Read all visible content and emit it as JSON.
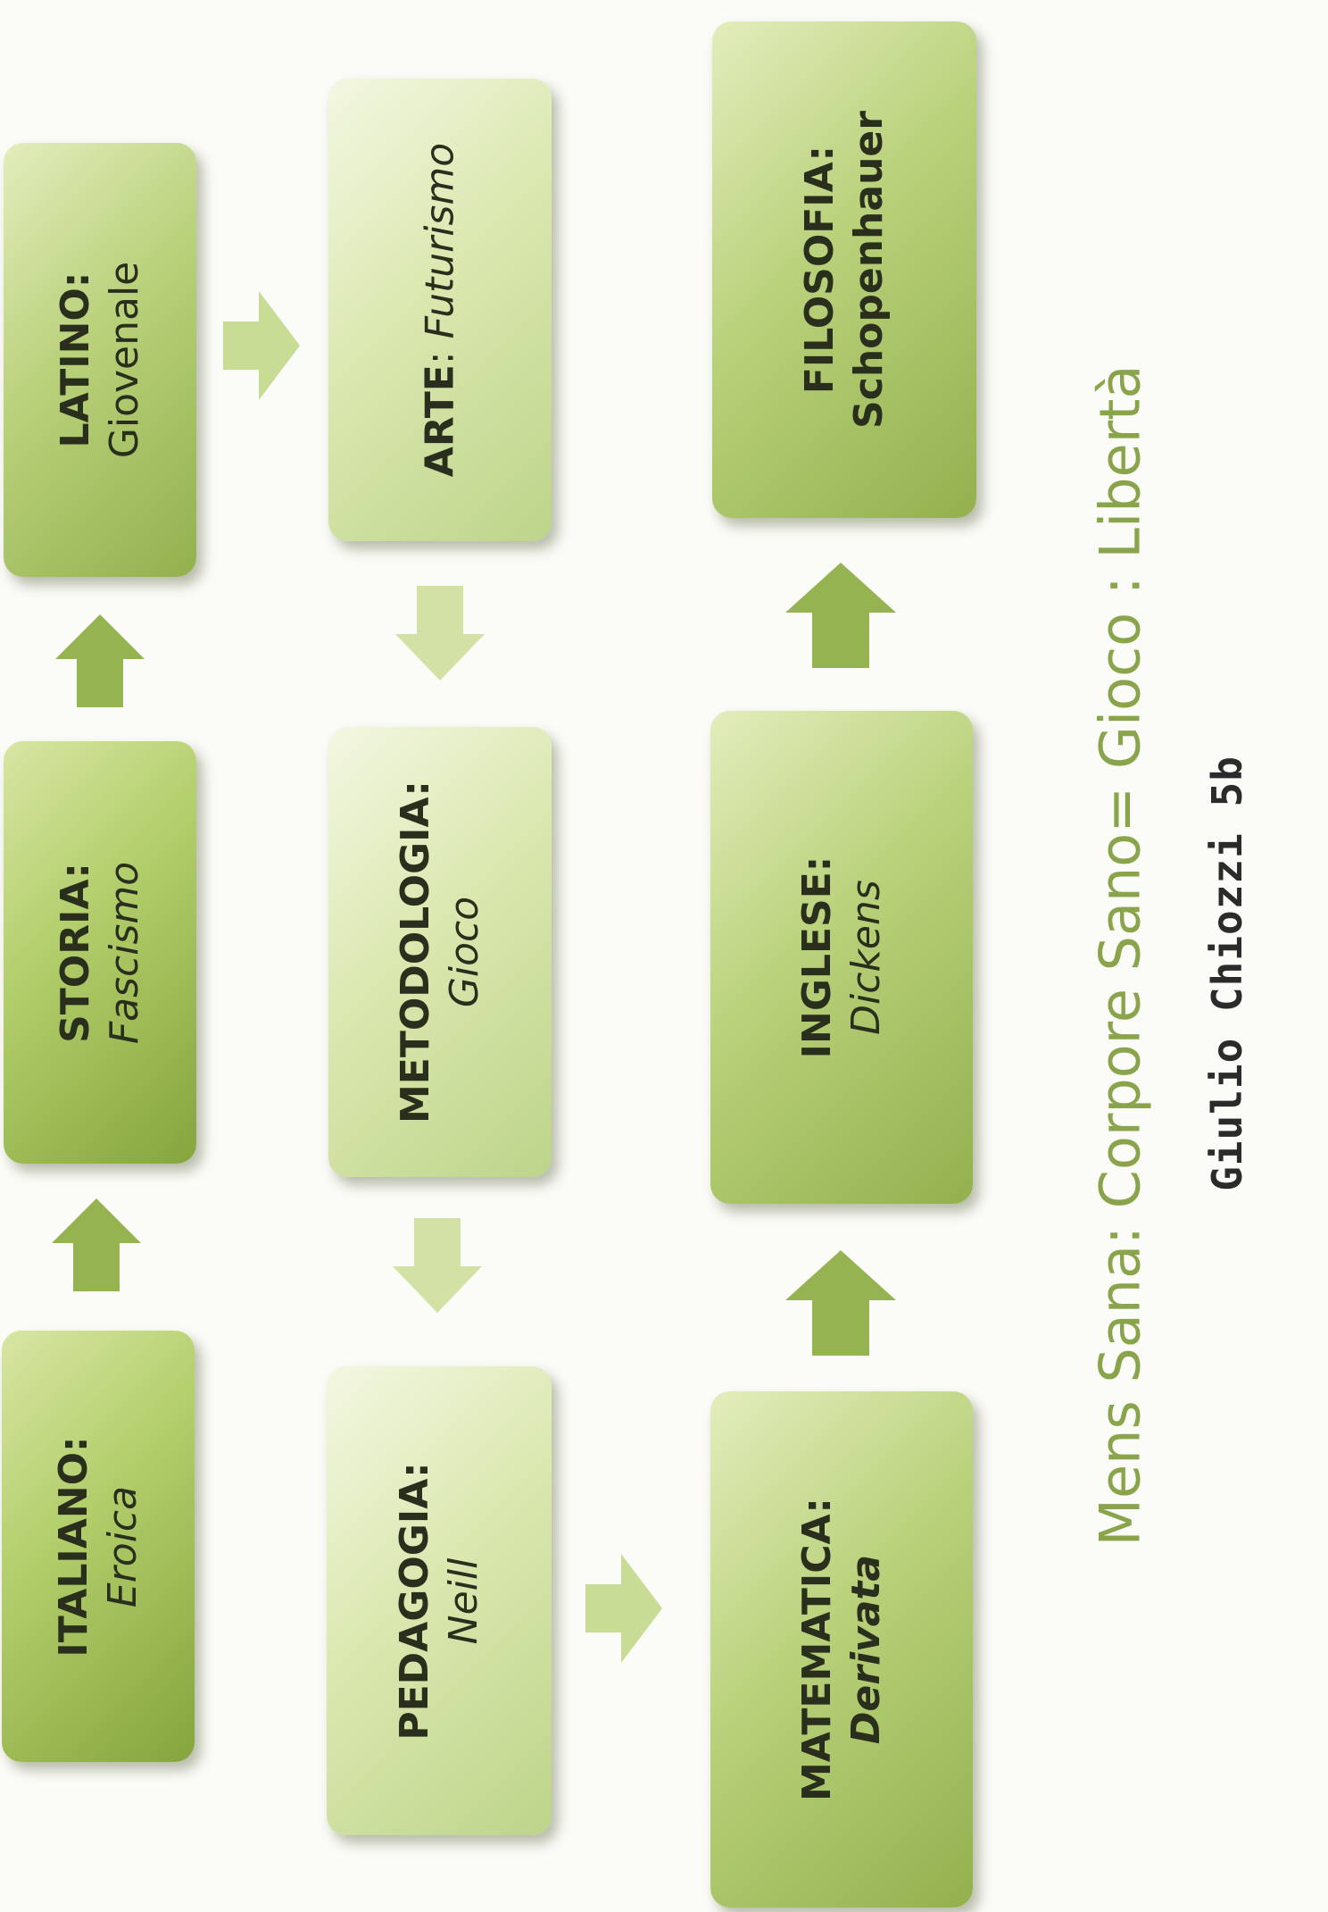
{
  "boxes": {
    "italiano": {
      "subject": "ITALIANO:",
      "author": "Eroica"
    },
    "storia": {
      "subject": "STORIA:",
      "author": "Fascismo"
    },
    "latino": {
      "subject": "LATINO:",
      "author": "Giovenale"
    },
    "arte": {
      "subject": "ARTE",
      "author": "Futurismo"
    },
    "metodologia": {
      "subject": "METODOLOGIA:",
      "author": "Gioco"
    },
    "pedagogia": {
      "subject": "PEDAGOGIA:",
      "author": "Neill"
    },
    "matematica": {
      "subject": "MATEMATICA:",
      "author": "Derivata"
    },
    "inglese": {
      "subject": "INGLESE:",
      "author": "Dickens"
    },
    "filosofia": {
      "subject": "FILOSOFIA:",
      "author": "Schopenhauer"
    }
  },
  "arte_separator": ": ",
  "motto": "Mens Sana: Corpore Sano= Gioco : Libertà",
  "signature": "Giulio Chiozzi 5b",
  "colors": {
    "dark_green": "#86a53d",
    "light_green": "#dbe8b0",
    "arrow_dark": "#96b352",
    "arrow_light": "#d2e2a4",
    "motto_green": "#8aa44b"
  }
}
